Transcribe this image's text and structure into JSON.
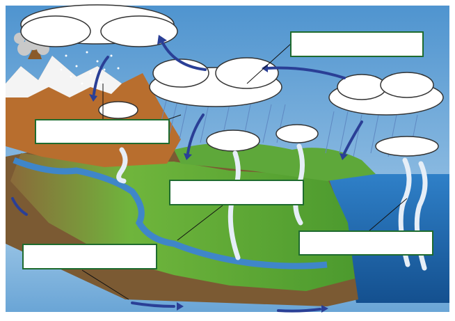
{
  "diagram": {
    "label_boxes": [
      {
        "id": "top-right",
        "text": ""
      },
      {
        "id": "mid-left",
        "text": ""
      },
      {
        "id": "center",
        "text": ""
      },
      {
        "id": "bottom-left",
        "text": ""
      },
      {
        "id": "right",
        "text": ""
      }
    ],
    "colors": {
      "sky": "#7fb6de",
      "ocean": "#1f6fb8",
      "land_green": "#6fb53c",
      "rock_brown": "#b0672c",
      "river": "#3f86c9",
      "arrow": "#2a3f96",
      "box_border": "#1e6b2e"
    }
  }
}
